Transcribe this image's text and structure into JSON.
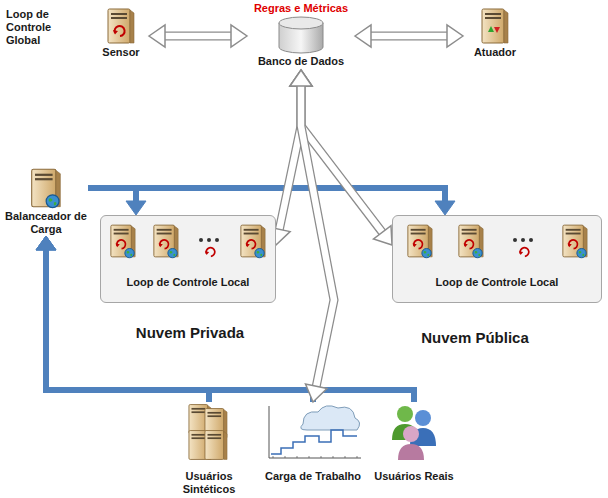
{
  "diagram": {
    "nodes": [
      {
        "text": [
          "Nuvem Privada"
        ]
      },
      {
        "text": [
          "Balanceador de Carga"
        ],
        "in": 0
      },
      {
        "text": [
          "Loop de Controle Local"
        ],
        "in": 0
      },
      {
        "text": [
          "Nuvem Pública"
        ]
      },
      {
        "text": [
          "Loop de Controle Local"
        ],
        "in": 3
      },
      {
        "text": [
          "Sensor"
        ]
      },
      {
        "text": [
          "Regras e Métricas",
          "Banco de Dados"
        ]
      },
      {
        "text": [
          "Atuador"
        ]
      },
      {
        "text": [
          "Usuários Sintéticos"
        ]
      },
      {
        "text": [
          "Carga de Trabalho"
        ]
      },
      {
        "text": [
          "Usuários Reais"
        ]
      }
    ],
    "edges": [
      {
        "from": 5,
        "to": 6,
        "arrow": "both"
      },
      {
        "from": 6,
        "to": 7,
        "arrow": "both"
      },
      {
        "from": 1,
        "to": 2,
        "arrow": "to"
      },
      {
        "from": 1,
        "to": 4,
        "arrow": "to"
      },
      {
        "from": 8,
        "to": 1,
        "arrow": "to"
      },
      {
        "from": 9,
        "to": 1,
        "arrow": "to"
      },
      {
        "from": 10,
        "to": 1,
        "arrow": "to"
      },
      {
        "from": 6,
        "to": 2,
        "arrow": "both"
      },
      {
        "from": 6,
        "to": 4,
        "arrow": "both"
      },
      {
        "from": 6,
        "to": 9,
        "arrow": "both"
      }
    ],
    "labels": [
      "Loop de Controle Global"
    ]
  }
}
